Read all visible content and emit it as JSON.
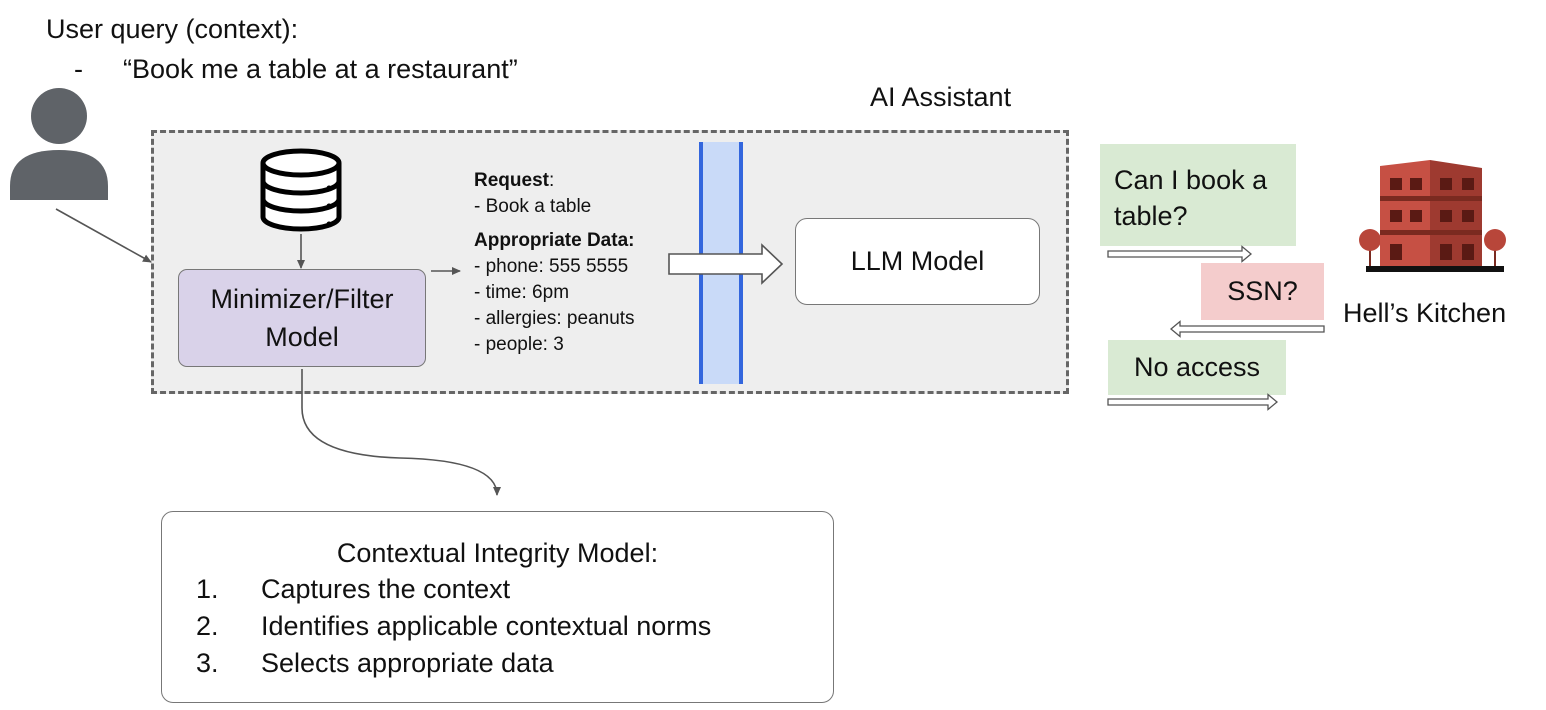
{
  "user_query": {
    "title": "User query (context):",
    "bullet": "-",
    "text": "“Book me a table at a restaurant”"
  },
  "assistant": {
    "label": "AI Assistant",
    "filter_model": {
      "line1": "Minimizer/Filter",
      "line2": "Model"
    },
    "llm_model": "LLM Model",
    "request_heading": "Request",
    "request_colon": ":",
    "request_item": "- Book a table",
    "data_heading": "Appropriate Data:",
    "data_items": [
      "- phone: 555 5555",
      "- time: 6pm",
      "- allergies: peanuts",
      "- people: 3"
    ]
  },
  "messages": [
    {
      "text": "Can I book a table?",
      "color": "#d9ead3"
    },
    {
      "text": "SSN?",
      "color": "#f4cccc"
    },
    {
      "text": "No access",
      "color": "#d9ead3"
    }
  ],
  "restaurant": {
    "label": "Hell’s Kitchen",
    "icon": "building-icon"
  },
  "contextual_integrity": {
    "title": "Contextual Integrity Model:",
    "items": [
      {
        "num": "1.",
        "text": "Captures the context"
      },
      {
        "num": "2.",
        "text": "Identifies applicable contextual norms"
      },
      {
        "num": "3.",
        "text": "Selects appropriate data"
      }
    ]
  },
  "colors": {
    "assistant_bg": "#eeeeee",
    "filter_bg": "#d9d2e9",
    "barrier_fill": "#c9daf8",
    "barrier_stroke": "#3366dd",
    "user_icon": "#5f6368",
    "building": "#b8463a"
  }
}
